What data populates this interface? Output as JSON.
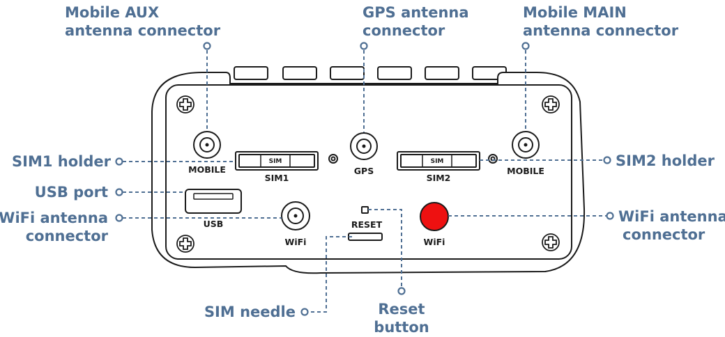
{
  "callouts": {
    "mobile_aux": [
      "Mobile AUX",
      "antenna connector"
    ],
    "gps": [
      "GPS antenna",
      "connector"
    ],
    "mobile_main": [
      "Mobile MAIN",
      "antenna connector"
    ],
    "sim1_holder": "SIM1 holder",
    "sim2_holder": "SIM2 holder",
    "usb_port": "USB port",
    "wifi_left": [
      "WiFi antenna",
      "connector"
    ],
    "wifi_right": [
      "WiFi antenna",
      "connector"
    ],
    "sim_needle": "SIM needle",
    "reset_button": [
      "Reset",
      "button"
    ]
  },
  "port_labels": {
    "mobile_left": "MOBILE",
    "sim1": "SIM1",
    "sim1_tag": "SIM",
    "gps": "GPS",
    "sim2": "SIM2",
    "sim2_tag": "SIM",
    "mobile_right": "MOBILE",
    "usb": "USB",
    "wifi_left": "WiFi",
    "reset": "RESET",
    "wifi_right": "WiFi"
  },
  "colors": {
    "callout_text": "#4f6f93",
    "device_outline": "#1a1a1a",
    "highlight_marker": "#ee1111"
  },
  "icons": [
    "screw-icon",
    "antenna-connector-icon",
    "sim-slot-icon",
    "usb-port-icon",
    "led-icon",
    "reset-hole-icon"
  ]
}
